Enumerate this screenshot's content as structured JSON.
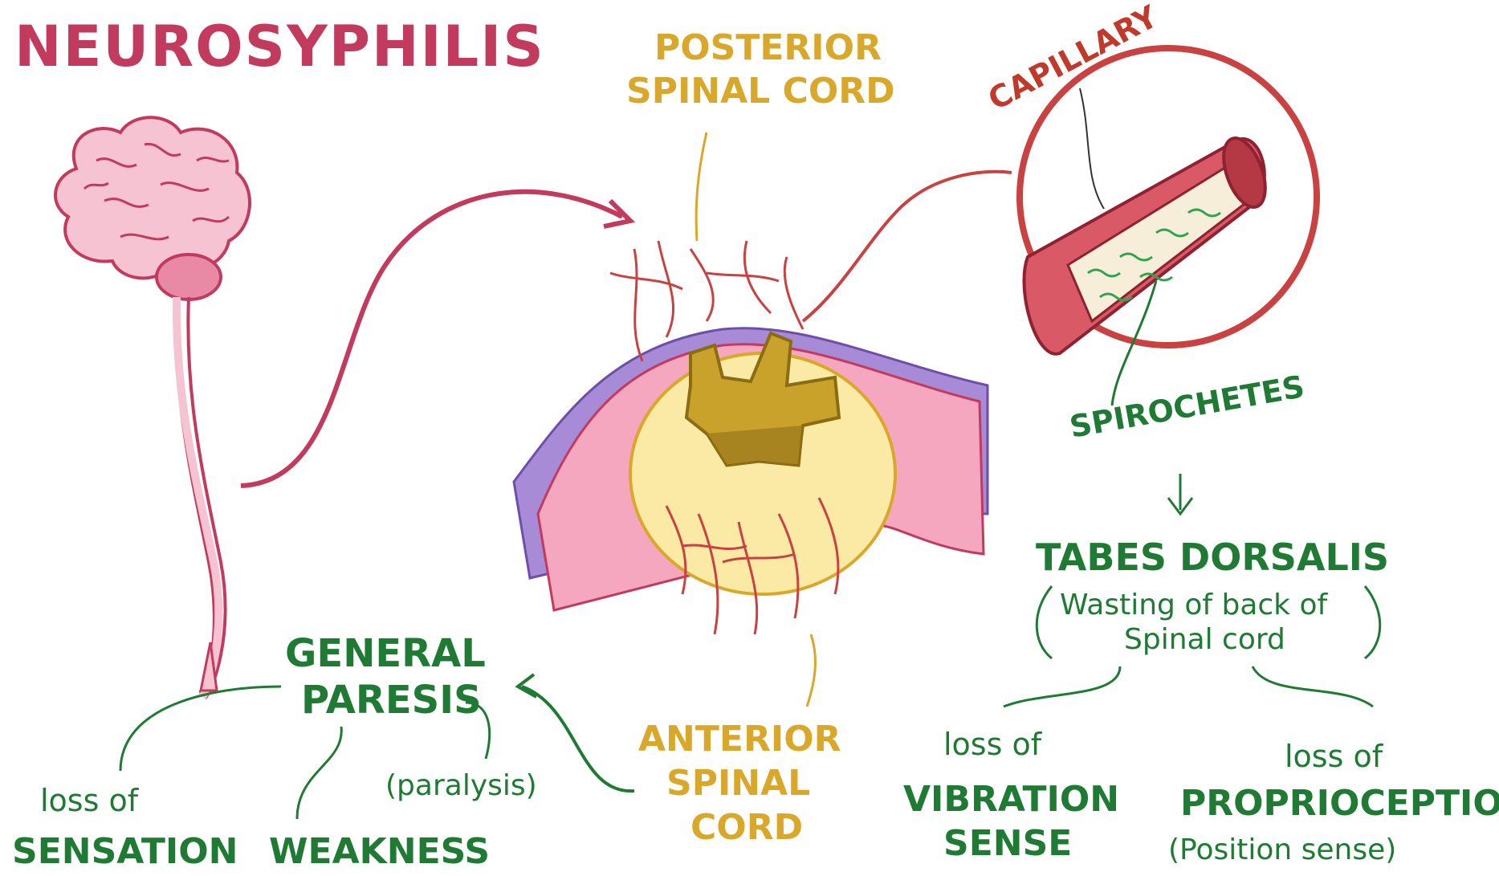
{
  "title": "NEUROSYPHILIS",
  "labels": {
    "posterior_line1": "POSTERIOR",
    "posterior_line2": "SPINAL CORD",
    "capillary": "CAPILLARY",
    "spirochetes": "SPIROCHETES",
    "tabes_title": "TABES DORSALIS",
    "tabes_note_line1": "Wasting of back of",
    "tabes_note_line2": "Spinal cord",
    "general_line1": "GENERAL",
    "general_line2": "PARESIS",
    "anterior_line1": "ANTERIOR",
    "anterior_line2": "SPINAL",
    "anterior_line3": "CORD",
    "loss_of_sensation_line1": "loss of",
    "loss_of_sensation_line2": "SENSATION",
    "weakness": "WEAKNESS",
    "paralysis": "(paralysis)",
    "loss_vibration_line1": "loss of",
    "loss_vibration_line2": "VIBRATION",
    "loss_vibration_line3": "SENSE",
    "loss_prop_line1": "loss of",
    "loss_prop_line2": "PROPRIOCEPTION",
    "loss_prop_line3": "(Position sense)"
  },
  "colors": {
    "title": "#c23a5e",
    "posterior": "#d9a82a",
    "anterior": "#d9a82a",
    "capillary_label": "#c0392b",
    "green": "#1f7a34",
    "brain": "#f3b6c8",
    "arrow_red": "#c23a5e",
    "vessel_red": "#c94141"
  }
}
